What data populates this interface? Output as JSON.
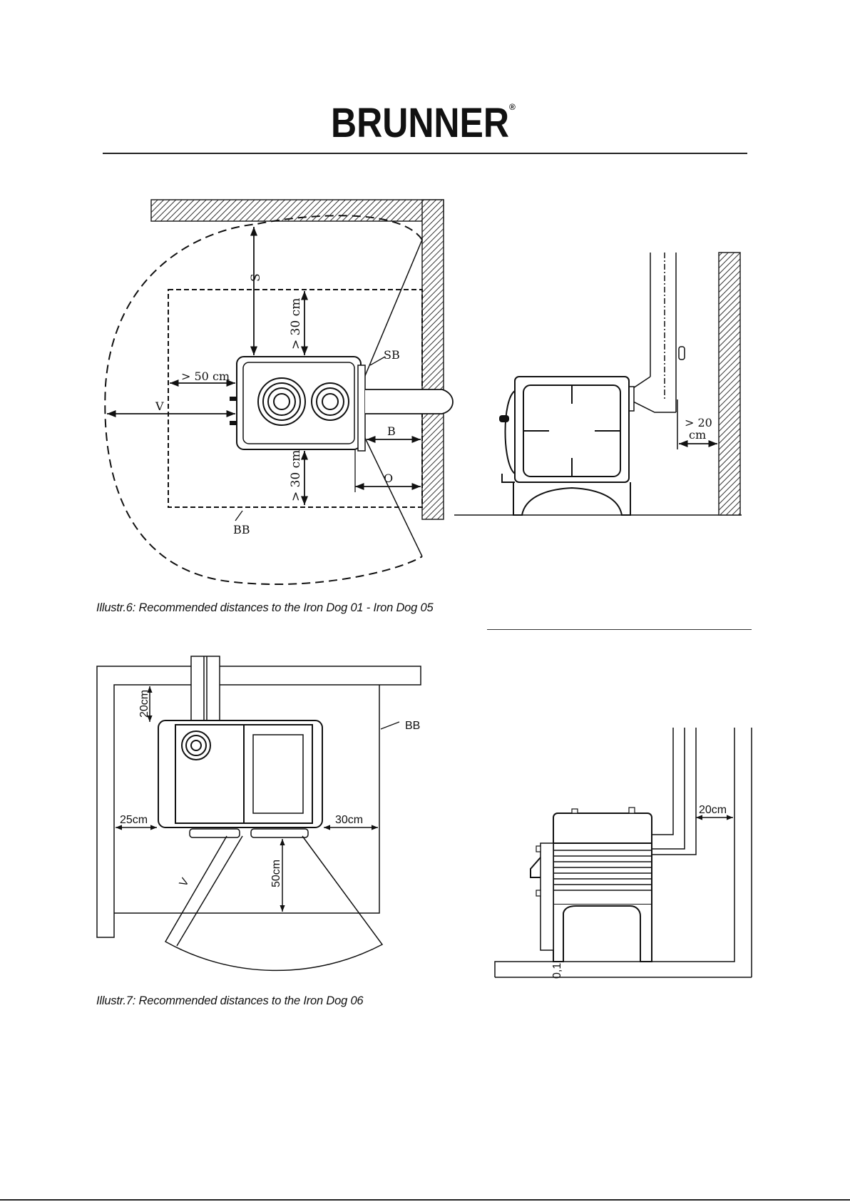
{
  "header": {
    "brand": "BRUNNER",
    "reg_mark": "®"
  },
  "figure1": {
    "labels": {
      "s": "S",
      "top_gap": "> 30 cm",
      "sb": "SB",
      "left_gap": "> 50 cm",
      "v": "V",
      "b": "B",
      "o": "O",
      "bottom_gap": "> 30 cm",
      "bb": "BB",
      "side_gap_1": "> 20",
      "side_gap_2": "cm"
    },
    "caption": "Illustr.6: Recommended distances to the Iron Dog 01 - Iron Dog 05"
  },
  "figure2": {
    "labels": {
      "top_gap": "20cm",
      "bb": "BB",
      "left_gap": "25cm",
      "right_gap": "30cm",
      "front_gap": "50cm",
      "v": "V",
      "side_gap": "20cm",
      "floor": "0,1"
    },
    "caption": "Illustr.7: Recommended distances to the Iron Dog 06"
  }
}
